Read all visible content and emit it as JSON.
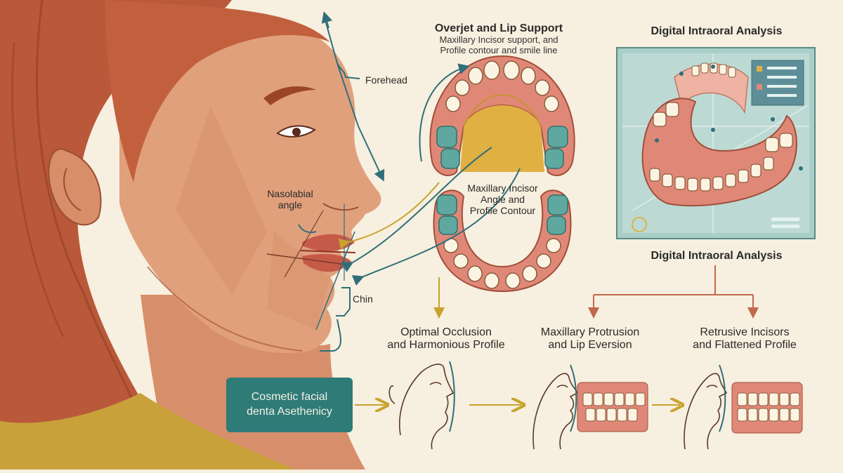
{
  "labels": {
    "forehead": "Forehead",
    "nasolabial_line1": "Nasolabial",
    "nasolabial_line2": "angle",
    "chin": "Chin",
    "overjet_title": "Overjet and Lip Support",
    "overjet_sub_line1": "Maxillary Incisor support, and",
    "overjet_sub_line2": "Profile contour and smile line",
    "incisor_line1": "Maxillary Incisor",
    "incisor_line2": "Angle and",
    "incisor_line3": "Profile Contour",
    "digital_title": "Digital Intraoral Analysis",
    "digital_caption": "Digital Intraoral Analysis",
    "optimal_line1": "Optimal Occlusion",
    "optimal_line2": "and Harmonious Profile",
    "protrusion_line1": "Maxillary Protrusion",
    "protrusion_line2": "and Lip Eversion",
    "retrusive_line1": "Retrusive Incisors",
    "retrusive_line2": "and Flattened Profile",
    "cosmetic_line1": "Cosmetic facial",
    "cosmetic_line2": "denta Asethenicy"
  },
  "colors": {
    "background": "#f7efdf",
    "teal": "#2e7b78",
    "arrow_teal": "#2f6f7a",
    "arrow_gold": "#c9a22e",
    "arrow_rust": "#c1694a",
    "skin": "#e1a07c",
    "hair": "#b9593a",
    "gum": "#e08878",
    "tooth": "#fbf4e2",
    "molar": "#5fa8a0"
  }
}
